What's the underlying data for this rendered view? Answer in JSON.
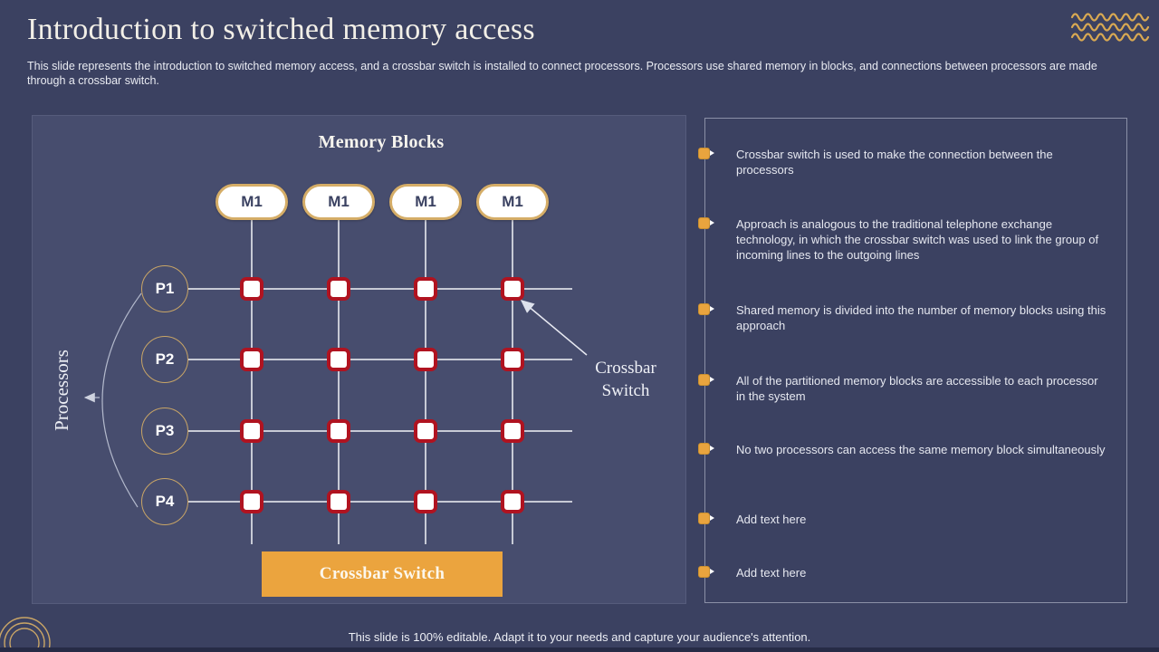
{
  "slide": {
    "title": "Introduction to switched memory access",
    "subtitle": "This slide represents the introduction to switched memory access, and a crossbar switch is installed to connect processors. Processors use shared memory in blocks, and connections between processors are made through a crossbar switch.",
    "footer": "This slide is 100% editable. Adapt it to your needs and capture your audience's attention."
  },
  "diagram": {
    "title": "Memory Blocks",
    "memory_blocks": [
      "M1",
      "M1",
      "M1",
      "M1"
    ],
    "processors": [
      "P1",
      "P2",
      "P3",
      "P4"
    ],
    "axis_label": "Processors",
    "annotation_label": "Crossbar\nSwitch",
    "button_label": "Crossbar Switch"
  },
  "bullets": {
    "items": [
      "Crossbar switch is used to make the connection between the processors",
      "Approach is analogous to the traditional telephone exchange technology, in which the crossbar switch was used to link the group of incoming lines to the outgoing lines",
      "Shared memory is divided into the number of memory blocks using this approach",
      "All of the partitioned memory blocks are accessible to each processor in the system",
      "No two processors can access the same memory block simultaneously",
      "Add text here",
      "Add text here"
    ]
  },
  "colors": {
    "background": "#3B4161",
    "panel": "#474D6E",
    "gold": "#D2AB66",
    "orange": "#E9A43E",
    "switch_red": "#B01320"
  }
}
